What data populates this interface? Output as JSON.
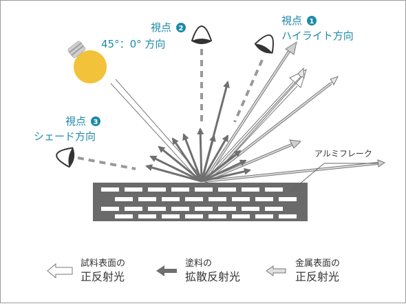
{
  "viewpoints": {
    "v1": {
      "label": "視点",
      "num": "1",
      "desc": "ハイライト方向"
    },
    "v2": {
      "label": "視点",
      "num": "2",
      "desc": "45°：0° 方向"
    },
    "v3": {
      "label": "視点",
      "num": "3",
      "desc": "シェード方向"
    }
  },
  "flake_label": "アルミフレーク",
  "legend": [
    {
      "line1": "試料表面の",
      "line2": "正反射光"
    },
    {
      "line1": "塗料の",
      "line2": "拡散反射光"
    },
    {
      "line1": "金属表面の",
      "line2": "正反射光"
    }
  ],
  "colors": {
    "accent": "#1e8aa8",
    "bulb": "#f2c23a",
    "gray": "#6f6f6f",
    "dark": "#555555"
  },
  "icons": [
    "light-bulb-icon",
    "eye-icon"
  ]
}
